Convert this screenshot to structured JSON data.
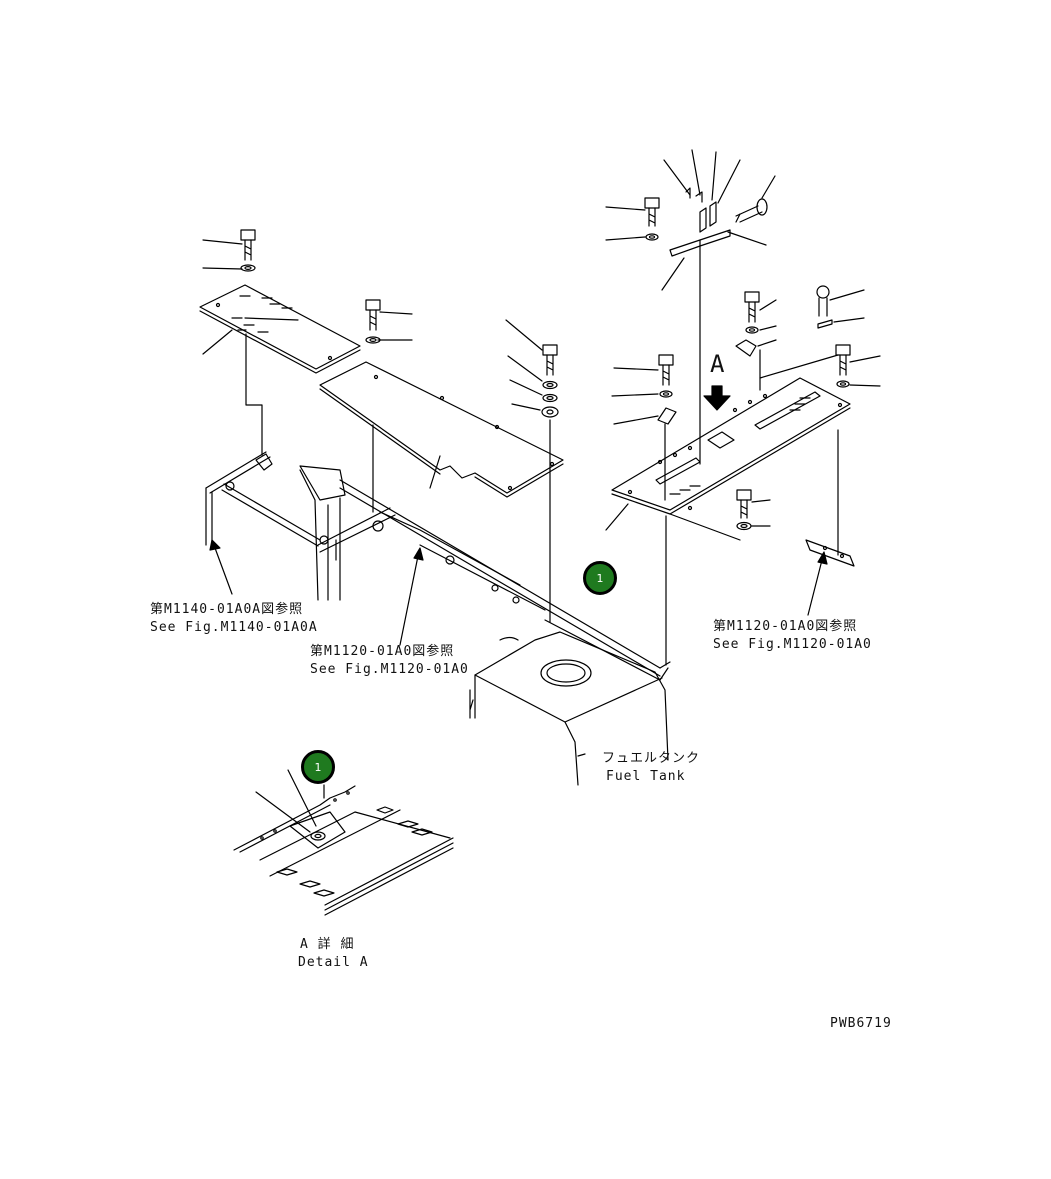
{
  "labels": {
    "ref_m1140_jp": "第M1140-01A0A図参照",
    "ref_m1140_en": "See Fig.M1140-01A0A",
    "ref_m1120_center_jp": "第M1120-01A0図参照",
    "ref_m1120_center_en": "See Fig.M1120-01A0",
    "ref_m1120_right_jp": "第M1120-01A0図参照",
    "ref_m1120_right_en": "See Fig.M1120-01A0",
    "fuel_tank_jp": "フュエルタンク",
    "fuel_tank_en": "Fuel Tank",
    "view_a": "A",
    "detail_a_jp": "A 詳 細",
    "detail_a_en": "Detail A",
    "drawing_code": "PWB6719"
  },
  "callouts": [
    {
      "number": "1",
      "color": "#1f7a1f"
    },
    {
      "number": "1",
      "color": "#1f7a1f"
    }
  ]
}
